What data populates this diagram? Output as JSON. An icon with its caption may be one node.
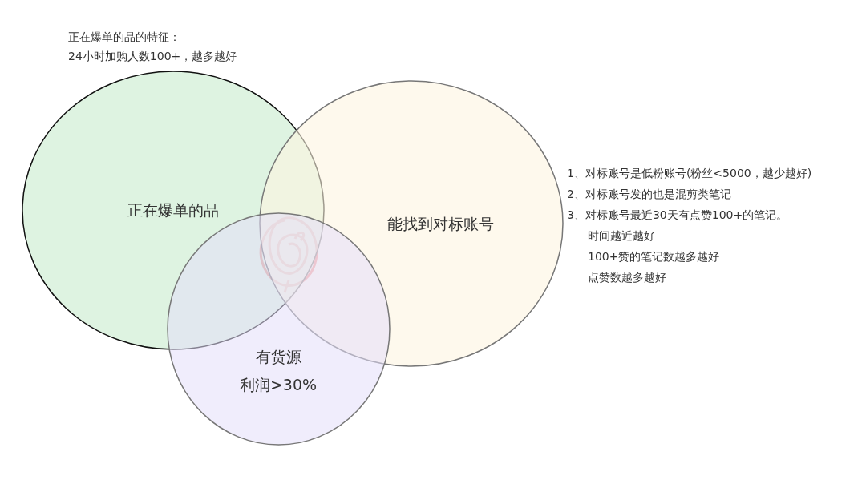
{
  "diagram": {
    "nodes": [
      {
        "text": [
          "正在爆单的品"
        ]
      },
      {
        "text": [
          "能找到对标账号"
        ]
      },
      {
        "text": [
          "有货源",
          "利润>30%"
        ]
      }
    ],
    "edges": [],
    "labels": [
      "正在爆单的品的特征：",
      "24小时加购人数100+，越多越好",
      "1、对标账号是低粉账号(粉丝<5000，越少越好)",
      "2、对标账号发的也是混剪类笔记",
      "3、对标账号最近30天有点赞100+的笔记。",
      "时间越近越好",
      "100+赞的笔记数越多越好",
      "点赞数越多越好"
    ]
  }
}
